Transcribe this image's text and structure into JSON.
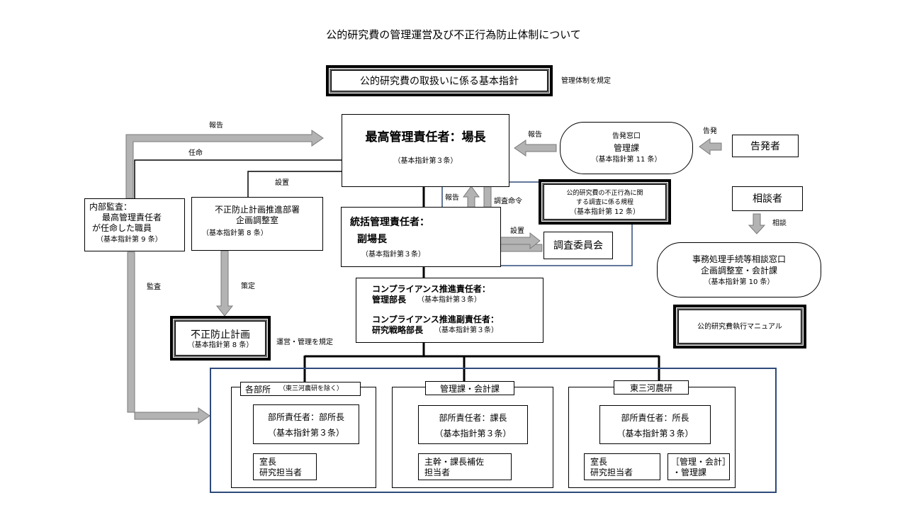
{
  "title": "公的研究費の管理運営及び不正行為防止体制について",
  "policy": {
    "label": "公的研究費の取扱いに係る基本指針",
    "note": "管理体制を規定"
  },
  "top_officer": {
    "title": "最高管理責任者：場長",
    "ref": "（基本指針第３条）"
  },
  "whistle_window": {
    "line1": "告発窓口",
    "line2": "管理課",
    "ref": "（基本指針第 11 条）"
  },
  "whistleblower": "告発者",
  "consultant": "相談者",
  "investigation_rules": {
    "line1": "公的研究費の不正行為に関",
    "line2": "する調査に係る規程",
    "ref": "（基本指針第 12 条）"
  },
  "committee": "調査委員会",
  "consult_window": {
    "line1": "事務処理手続等相談窓口",
    "line2": "企画調整室・会計課",
    "ref": "（基本指針第 10 条）"
  },
  "manual": "公的研究費執行マニュアル",
  "audit": {
    "line1": "内部監査：",
    "line2": "最高管理責任者",
    "line3": "が任命した職員",
    "ref": "（基本指針第 9 条）"
  },
  "prevention_dept": {
    "line1": "不正防止計画推進部署",
    "line2": "企画調整室",
    "ref": "（基本指針第 8 条）"
  },
  "general_officer": {
    "line1": "統括管理責任者：",
    "line2": "副場長",
    "ref": "（基本指針第３条）"
  },
  "compliance": {
    "line1": "コンプライアンス推進責任者：",
    "line2": "管理部長",
    "ref2": "（基本指針第３条）",
    "line3": "コンプライアンス推進副責任者：",
    "line4": "研究戦略部長",
    "ref4": "（基本指針第３条）"
  },
  "prevention_plan": {
    "line1": "不正防止計画",
    "ref": "（基本指針第 8 条）"
  },
  "edge_labels": {
    "report_left": "報告",
    "appoint": "任命",
    "setup_top": "設置",
    "report_top": "報告",
    "report_in": "告発",
    "report_inv": "報告",
    "order_inv": "調査命令",
    "setup_inv": "設置",
    "consult": "相談",
    "audit": "監査",
    "formulate": "策定",
    "operate": "運営・管理を規定"
  },
  "dept_groups": [
    {
      "header": "各部所",
      "header_note": "（東三河農研を除く）",
      "head_title": "部所責任者：部所長",
      "head_ref": "（基本指針第３条）",
      "sub1_l1": "室長",
      "sub1_l2": "研究担当者"
    },
    {
      "header": "管理課・会計課",
      "header_note": "",
      "head_title": "部所責任者：課長",
      "head_ref": "（基本指針第３条）",
      "sub1_l1": "主幹・課長補佐",
      "sub1_l2": "担当者"
    },
    {
      "header": "東三河農研",
      "header_note": "",
      "head_title": "部所責任者：所長",
      "head_ref": "（基本指針第３条）",
      "sub1_l1": "室長",
      "sub1_l2": "研究担当者",
      "sub2_l1": "［管理・会計］",
      "sub2_l2": "・管理課"
    }
  ],
  "colors": {
    "line": "#000000",
    "arrow_fill": "#b3b3b3",
    "arrow_stroke": "#7a7a7a",
    "blue_frame": "#2e4a7a"
  }
}
